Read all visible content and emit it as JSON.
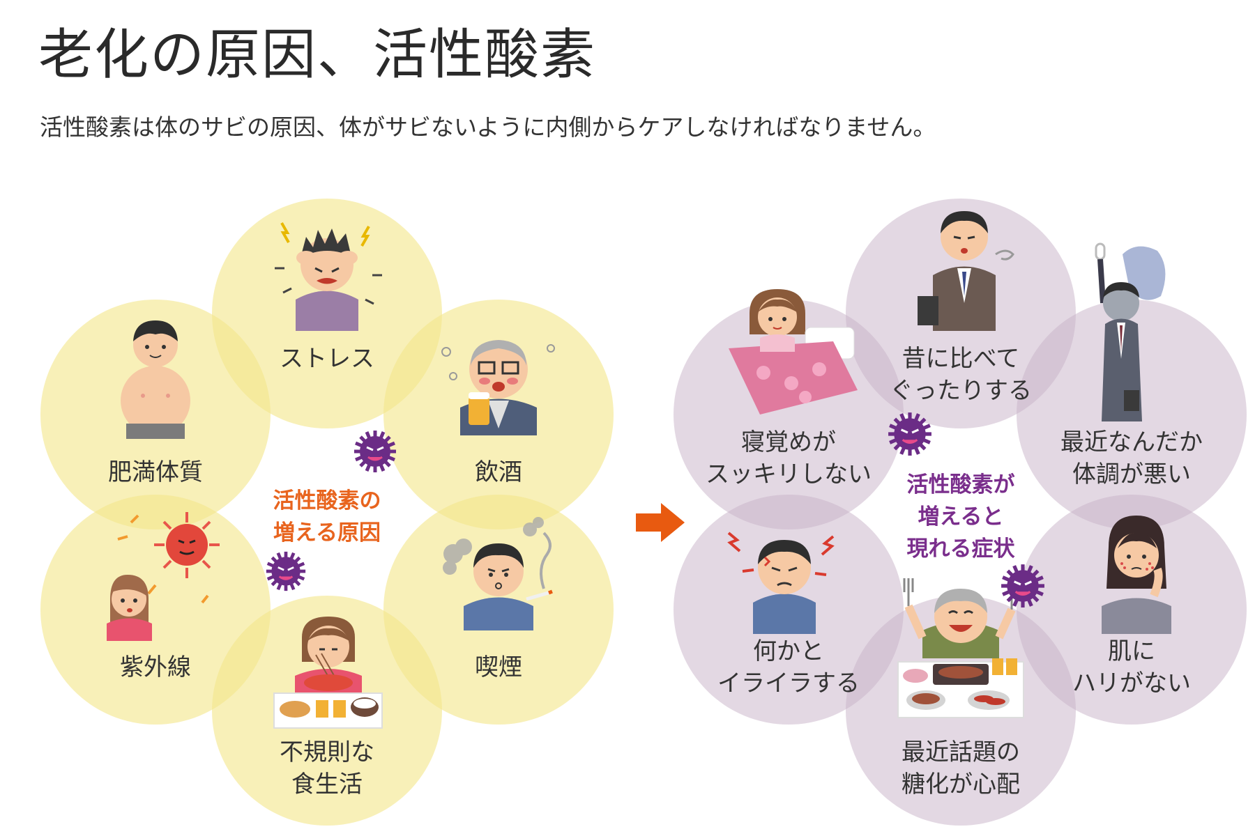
{
  "title": "老化の原因、活性酸素",
  "subtitle": "活性酸素は体のサビの原因、体がサビないように内側からケアしなければなりません。",
  "colors": {
    "causes_circle": "#F4E68C",
    "symptoms_circle": "#C8B2C8",
    "causes_center_text": "#E8641E",
    "symptoms_center_text": "#7A2E8C",
    "arrow": "#E85A10",
    "virus": "#6B2C86"
  },
  "causes": {
    "center": [
      "活性酸素の",
      "増える原因"
    ],
    "items": [
      {
        "id": "stress",
        "lines": [
          "ストレス"
        ],
        "icon": "stressed-person-icon"
      },
      {
        "id": "obesity",
        "lines": [
          "肥満体質"
        ],
        "icon": "overweight-person-icon"
      },
      {
        "id": "drinking",
        "lines": [
          "飲酒"
        ],
        "icon": "drinking-man-icon"
      },
      {
        "id": "uv",
        "lines": [
          "紫外線"
        ],
        "icon": "sun-uv-icon"
      },
      {
        "id": "smoking",
        "lines": [
          "喫煙"
        ],
        "icon": "smoking-man-icon"
      },
      {
        "id": "diet",
        "lines": [
          "不規則な",
          "食生活"
        ],
        "icon": "eating-woman-icon"
      }
    ]
  },
  "symptoms": {
    "center": [
      "活性酸素が",
      "増えると",
      "現れる症状"
    ],
    "items": [
      {
        "id": "tired",
        "lines": [
          "昔に比べて",
          "ぐったりする"
        ],
        "icon": "tired-businessman-icon"
      },
      {
        "id": "sleep",
        "lines": [
          "寝覚めが",
          "スッキリしない"
        ],
        "icon": "woman-in-bed-icon"
      },
      {
        "id": "condition",
        "lines": [
          "最近なんだか",
          "体調が悪い"
        ],
        "icon": "commuter-on-train-icon"
      },
      {
        "id": "irritable",
        "lines": [
          "何かと",
          "イライラする"
        ],
        "icon": "irritated-man-icon"
      },
      {
        "id": "skin",
        "lines": [
          "肌に",
          "ハリがない"
        ],
        "icon": "worried-woman-skin-icon"
      },
      {
        "id": "glycation",
        "lines": [
          "最近話題の",
          "糖化が心配"
        ],
        "icon": "feasting-man-icon"
      }
    ]
  }
}
